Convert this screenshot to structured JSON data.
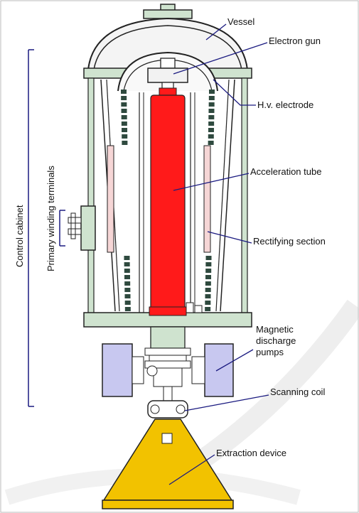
{
  "labels": {
    "vessel": "Vessel",
    "electron_gun": "Electron gun",
    "hv_electrode": "H.v. electrode",
    "acceleration_tube": "Acceleration tube",
    "rectifying_section": "Rectifying section",
    "magnetic_pumps_line1": "Magnetic",
    "magnetic_pumps_line2": "discharge",
    "magnetic_pumps_line3": "pumps",
    "scanning_coil": "Scanning coil",
    "extraction_device": "Extraction device",
    "control_cabinet": "Control cabinet",
    "primary_winding_terminals": "Primary winding terminals"
  },
  "colors": {
    "vessel_green": "#cfe3cf",
    "outline": "#222222",
    "tube_red": "#ff1a1a",
    "pump_blue": "#c8c8f0",
    "extractor_yellow": "#f2c200",
    "pointer_blue": "#1a1a80",
    "rectifier_pink": "#f6d6d6",
    "bracket": "#1a1a80"
  }
}
